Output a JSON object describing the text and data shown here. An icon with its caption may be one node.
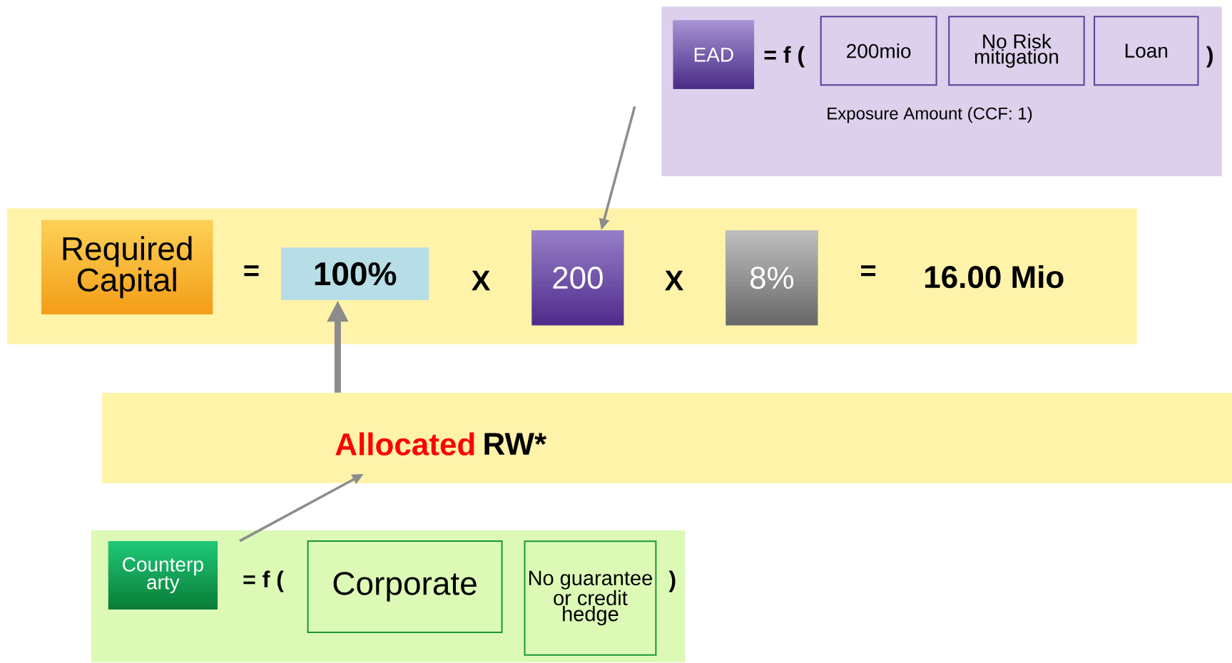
{
  "diagram": {
    "nodes": [
      {
        "text": [
          "= f (",
          ")",
          "Exposure Amount (CCF: 1)"
        ]
      },
      {
        "text": [
          "EAD"
        ],
        "in": 0
      },
      {
        "text": [
          "200mio"
        ],
        "in": 0
      },
      {
        "text": [
          "No Risk mitigation"
        ],
        "in": 0
      },
      {
        "text": [
          "Loan"
        ],
        "in": 0
      },
      {
        "text": [
          "=",
          "X",
          "X",
          "=",
          "16.00 Mio"
        ]
      },
      {
        "text": [
          "Required Capital"
        ],
        "in": 5
      },
      {
        "text": [
          "100%"
        ],
        "in": 5
      },
      {
        "text": [
          "200"
        ],
        "in": 5
      },
      {
        "text": [
          "8%"
        ],
        "in": 5
      },
      {
        "text": [
          "Allocated",
          "RW*"
        ]
      },
      {
        "text": [
          "= f (",
          ")"
        ]
      },
      {
        "text": [
          "Counterp arty"
        ],
        "in": 11
      },
      {
        "text": [
          "Corporate"
        ],
        "in": 11
      },
      {
        "text": [
          "No guarantee or credit hedge"
        ],
        "in": 11
      }
    ],
    "edges": [
      {
        "from": 0,
        "to": 8,
        "arrow": "to"
      },
      {
        "from": 10,
        "to": 7,
        "arrow": "to",
        "style": "thick"
      },
      {
        "from": 12,
        "to": 10,
        "arrow": "to"
      }
    ]
  }
}
